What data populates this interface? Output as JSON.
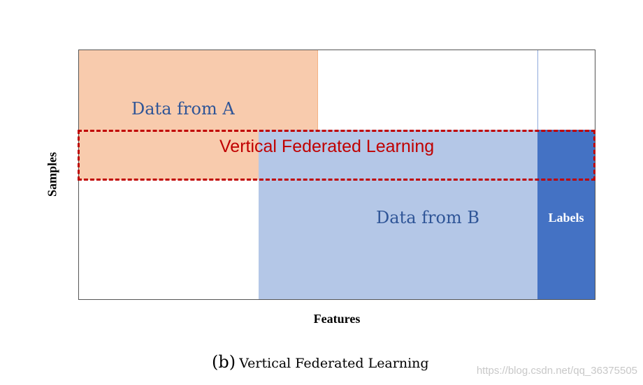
{
  "diagram": {
    "block_a_label": "Data from A",
    "block_b_label": "Data from B",
    "labels_block": "Labels",
    "overlap_label": "Vertical Federated Learning",
    "x_axis_label": "Features",
    "y_axis_label": "Samples",
    "colors": {
      "block_a": "#f8cbad",
      "block_b": "#b4c7e7",
      "labels": "#4472c4",
      "overlap_border": "#c00000",
      "text_blue": "#2f5597"
    }
  },
  "caption": {
    "tag": "(b)",
    "text": "Vertical Federated Learning"
  },
  "watermark": "https://blog.csdn.net/qq_36375505"
}
